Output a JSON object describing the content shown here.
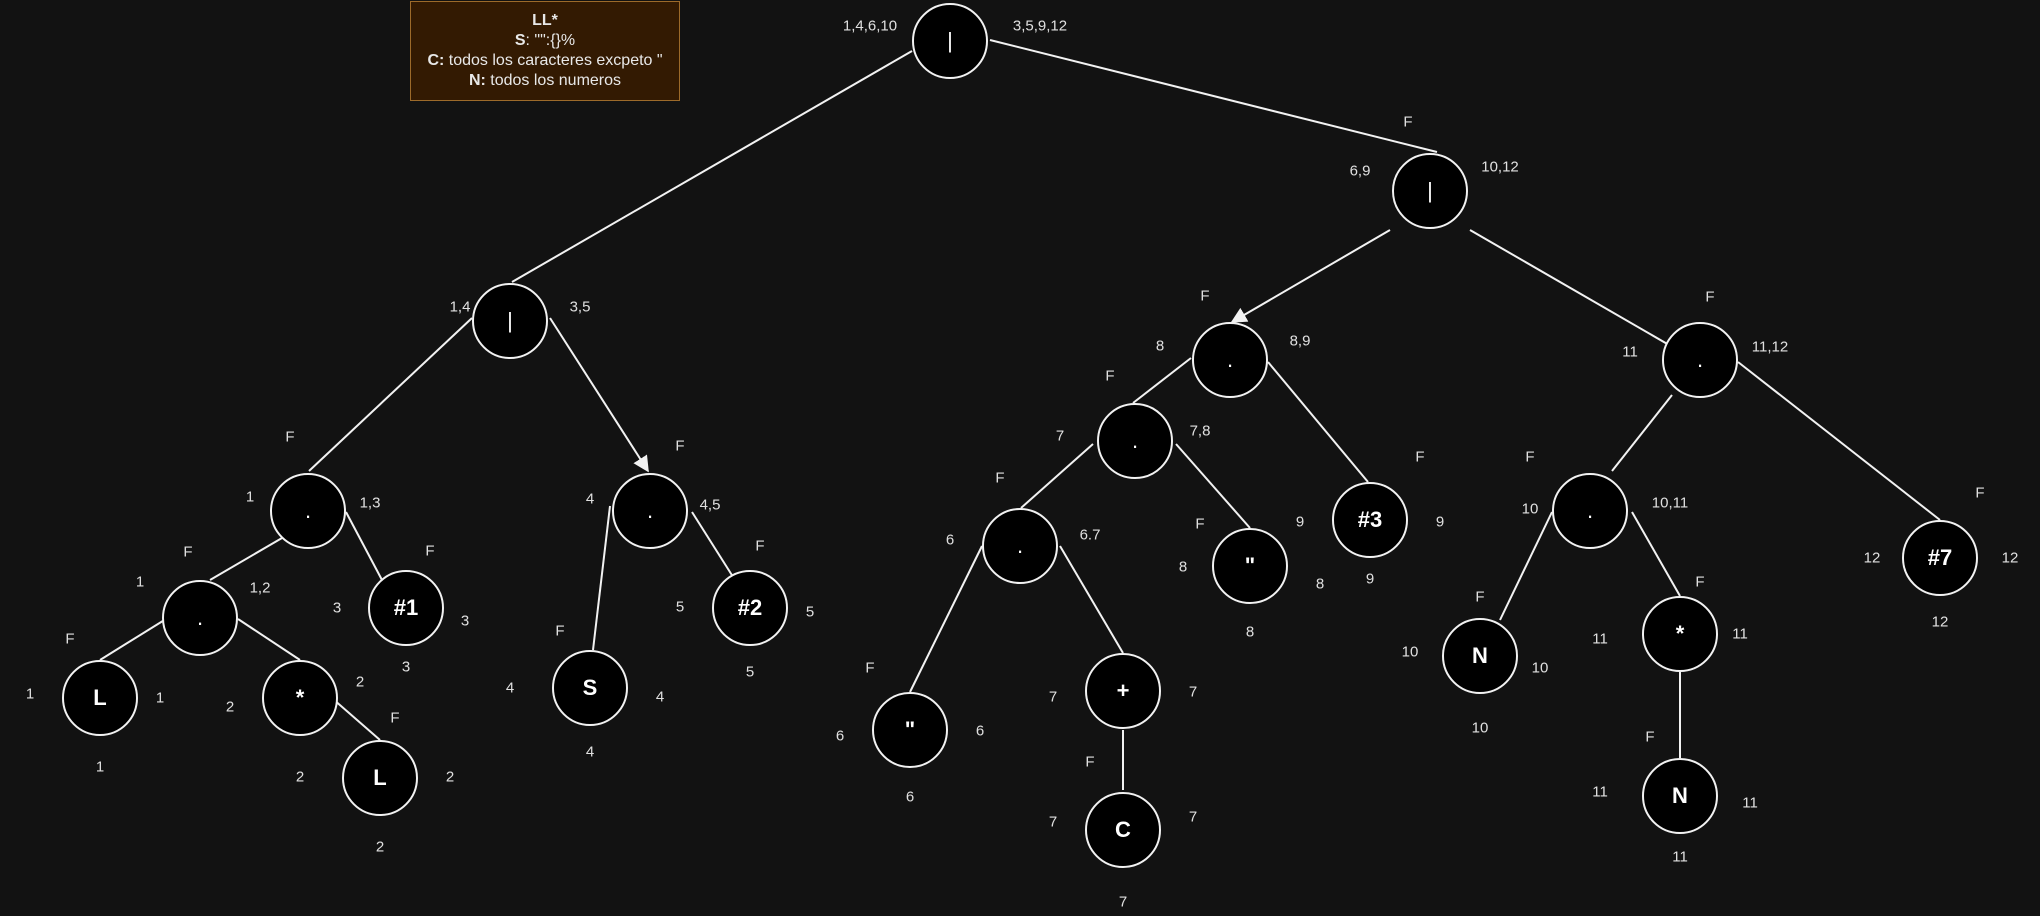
{
  "legend": {
    "title": "LL*",
    "lines": [
      {
        "key": "S",
        "value": ": \"\":{}%"
      },
      {
        "key": "C:",
        "value": " todos los caracteres excpeto \""
      },
      {
        "key": "N:",
        "value": " todos los numeros"
      }
    ]
  },
  "nodes": [
    {
      "id": "root",
      "label": "|",
      "op": true,
      "first": "1,4,6,10",
      "last": "3,5,9,12",
      "nullable": ""
    },
    {
      "id": "or_left",
      "label": "|",
      "op": true,
      "first": "1,4",
      "last": "3,5",
      "nullable": ""
    },
    {
      "id": "or_right",
      "label": "|",
      "op": true,
      "first": "6,9",
      "last": "10,12",
      "nullable": "F"
    },
    {
      "id": "cat_a",
      "label": ".",
      "op": true,
      "first": "1",
      "last": "1,3",
      "nullable": "F"
    },
    {
      "id": "cat_b",
      "label": ".",
      "op": true,
      "first": "1",
      "last": "1,2",
      "nullable": "F"
    },
    {
      "id": "L1",
      "label": "L",
      "first": "1",
      "last": "1",
      "pos": "1",
      "nullable": "F"
    },
    {
      "id": "star1",
      "label": "*",
      "first": "2",
      "last": "2",
      "nullable": ""
    },
    {
      "id": "L2",
      "label": "L",
      "first": "2",
      "last": "2",
      "pos": "2",
      "nullable": "F"
    },
    {
      "id": "h1",
      "label": "#1",
      "first": "3",
      "last": "3",
      "pos": "3",
      "nullable": "F"
    },
    {
      "id": "cat_c",
      "label": ".",
      "op": true,
      "first": "4",
      "last": "4,5",
      "nullable": "F"
    },
    {
      "id": "S",
      "label": "S",
      "first": "4",
      "last": "4",
      "pos": "4",
      "nullable": "F"
    },
    {
      "id": "h2",
      "label": "#2",
      "first": "5",
      "last": "5",
      "pos": "5",
      "nullable": "F"
    },
    {
      "id": "cat_d",
      "label": ".",
      "op": true,
      "first": "8",
      "last": "8,9",
      "nullable": "F"
    },
    {
      "id": "cat_e",
      "label": ".",
      "op": true,
      "first": "7",
      "last": "7,8",
      "nullable": "F"
    },
    {
      "id": "cat_f",
      "label": ".",
      "op": true,
      "first": "6",
      "last": "6.7",
      "nullable": "F"
    },
    {
      "id": "q6",
      "label": "\"",
      "first": "6",
      "last": "6",
      "pos": "6",
      "nullable": "F"
    },
    {
      "id": "plus",
      "label": "+",
      "first": "7",
      "last": "7",
      "nullable": ""
    },
    {
      "id": "C",
      "label": "C",
      "first": "7",
      "last": "7",
      "pos": "7",
      "nullable": "F"
    },
    {
      "id": "q8",
      "label": "\"",
      "first": "8",
      "last": "8",
      "pos": "8",
      "nullable": "F"
    },
    {
      "id": "h3",
      "label": "#3",
      "first": "",
      "last": "9",
      "pos": "9",
      "nullable": "F",
      "extra": "9"
    },
    {
      "id": "cat_g",
      "label": ".",
      "op": true,
      "first": "11",
      "last": "11,12",
      "nullable": "F"
    },
    {
      "id": "cat_h",
      "label": ".",
      "op": true,
      "first": "10",
      "last": "10,11",
      "nullable": "F"
    },
    {
      "id": "N10",
      "label": "N",
      "first": "10",
      "last": "10",
      "pos": "10",
      "nullable": "F"
    },
    {
      "id": "star2",
      "label": "*",
      "first": "11",
      "last": "11",
      "nullable": "F"
    },
    {
      "id": "N11",
      "label": "N",
      "first": "11",
      "last": "11",
      "pos": "11",
      "nullable": "F"
    },
    {
      "id": "h7",
      "label": "#7",
      "first": "12",
      "last": "12",
      "pos": "12",
      "nullable": "F"
    }
  ]
}
